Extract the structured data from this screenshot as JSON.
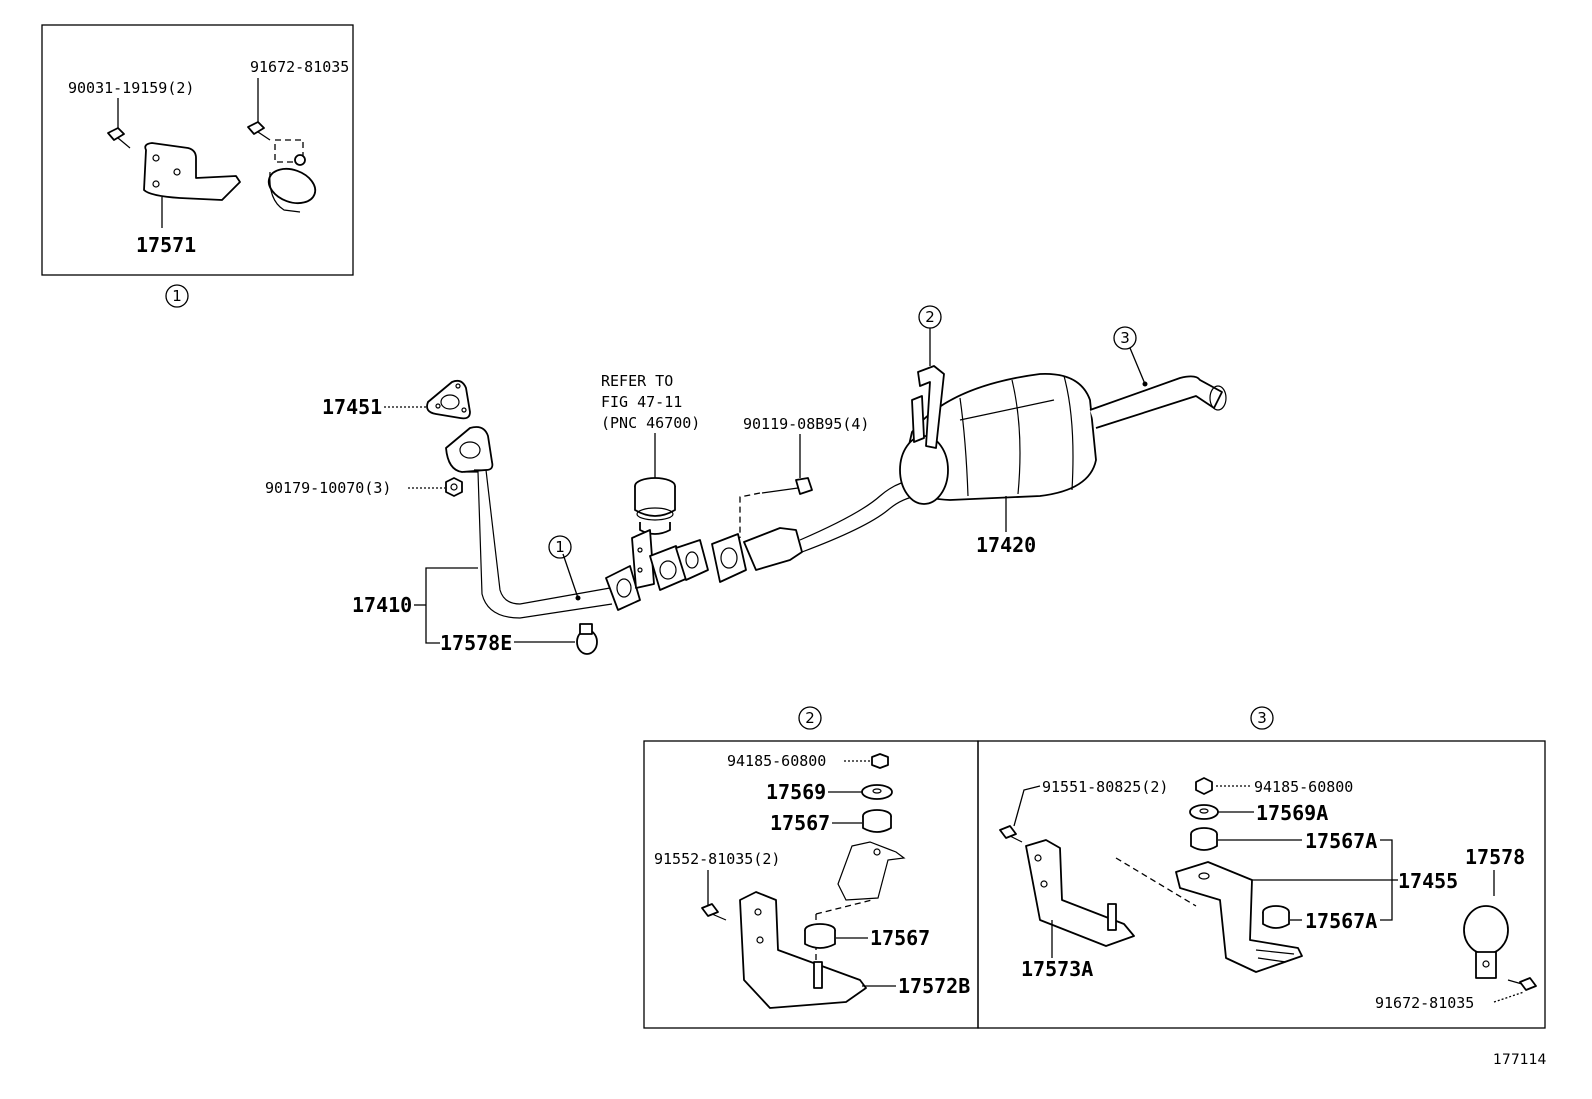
{
  "inset1": {
    "callout": "1",
    "bolt_label": "90031-19159(2)",
    "clamp_bolt_label": "91672-81035",
    "bracket_label": "17571"
  },
  "main": {
    "gasket_label": "17451",
    "nut_label": "90179-10070(3)",
    "pipe_label": "17410",
    "clamp_label": "17578E",
    "refer_line1": "REFER TO",
    "refer_line2": "FIG 47-11",
    "refer_line3": "(PNC 46700)",
    "bolt_label": "90119-08B95(4)",
    "muffler_label": "17420",
    "callout1": "1",
    "callout2": "2",
    "callout3": "3"
  },
  "inset2": {
    "callout": "2",
    "nut_label": "94185-60800",
    "washer_label": "17569",
    "cushion_top_label": "17567",
    "bolt_label": "91552-81035(2)",
    "cushion_bottom_label": "17567",
    "bracket_label": "17572B"
  },
  "inset3": {
    "callout": "3",
    "bolt_label": "91551-80825(2)",
    "nut_label": "94185-60800",
    "washer_label": "17569A",
    "cushion_top_label": "17567A",
    "assembly_label": "17455",
    "cushion_bottom_label": "17567A",
    "bracket_label": "17573A",
    "clamp_label": "17578",
    "clamp_bolt_label": "91672-81035"
  },
  "figure_number": "177114"
}
